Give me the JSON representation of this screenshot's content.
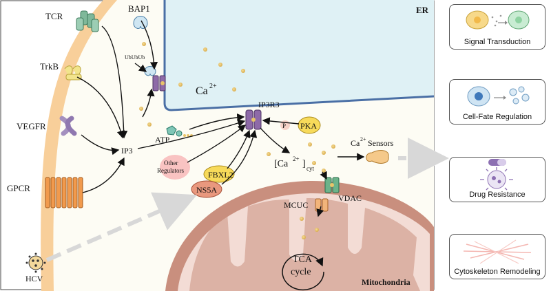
{
  "regions": {
    "er": "ER",
    "mitochondria": "Mitochondria"
  },
  "receptors": {
    "tcr": "TCR",
    "trkb": "TrkB",
    "vegfr": "VEGFR",
    "gpcr": "GPCR",
    "hcv": "HCV"
  },
  "molecules": {
    "bap1": "BAP1",
    "ububub": "UbUbUb",
    "ca_er_base": "Ca",
    "ca_er_sup": "2+",
    "ip3r3": "IP3R3",
    "atp": "ATP",
    "ip3": "IP3",
    "p": "P",
    "pka": "PKA",
    "other_regulators_line1": "Other",
    "other_regulators_line2": "Regulators",
    "fbxl2": "FBXL2",
    "ns5a": "NS5A",
    "ca_cyt_open": "[Ca",
    "ca_cyt_sup": "2+",
    "ca_cyt_close": "]",
    "ca_cyt_sub": "cyt",
    "ca_sensors_base": "Ca",
    "ca_sensors_sup": "2+",
    "ca_sensors_rest": " Sensors",
    "vdac": "VDAC",
    "mcuc": "MCUC",
    "tca_line1": "TCA",
    "tca_line2": "cycle"
  },
  "outcomes": [
    {
      "label": "Signal Transduction",
      "icon": "cell-signal-icon"
    },
    {
      "label": "Cell-Fate Regulation",
      "icon": "cell-fate-icon"
    },
    {
      "label": "Drug Resistance",
      "icon": "drug-resistance-icon"
    },
    {
      "label": "Cytoskeleton Remodeling",
      "icon": "cytoskeleton-icon"
    }
  ],
  "colors": {
    "membrane": "#f8cf9a",
    "cytoplasm": "#fdfcf4",
    "er_fill": "#dff1f5",
    "er_border": "#4a6fa5",
    "mito_outer": "#c98f7e",
    "mito_inner": "#f3dcd5",
    "ip3r3": "#8e6aa8",
    "pka": "#f7da5a",
    "calcium": "#e8c46a"
  }
}
